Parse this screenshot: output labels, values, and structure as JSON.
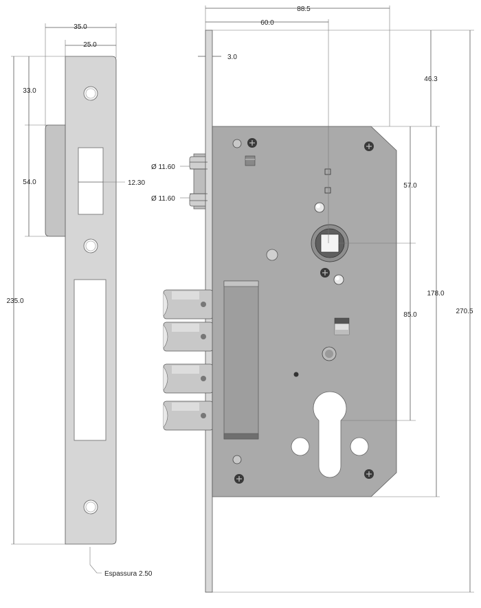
{
  "dimensions": {
    "strike_width_total": "35.0",
    "strike_width_plate": "25.0",
    "strike_top_offset": "33.0",
    "strike_tab_height": "54.0",
    "strike_height": "235.0",
    "latch_offset": "12.30",
    "overall_depth": "88.5",
    "backset": "60.0",
    "faceplate_thickness": "3.0",
    "top_to_case": "46.3",
    "follower_to_top": "57.0",
    "case_height": "178.0",
    "follower_to_cylinder": "85.0",
    "faceplate_height": "270.5",
    "pin_diameter_upper": "Ø 11.60",
    "pin_diameter_lower": "Ø 11.60"
  },
  "thickness_note": "Espassura 2.50",
  "colors": {
    "plate_gray": "#d4d4d4",
    "case_gray": "#a9a9a9",
    "outline": "#555555"
  }
}
